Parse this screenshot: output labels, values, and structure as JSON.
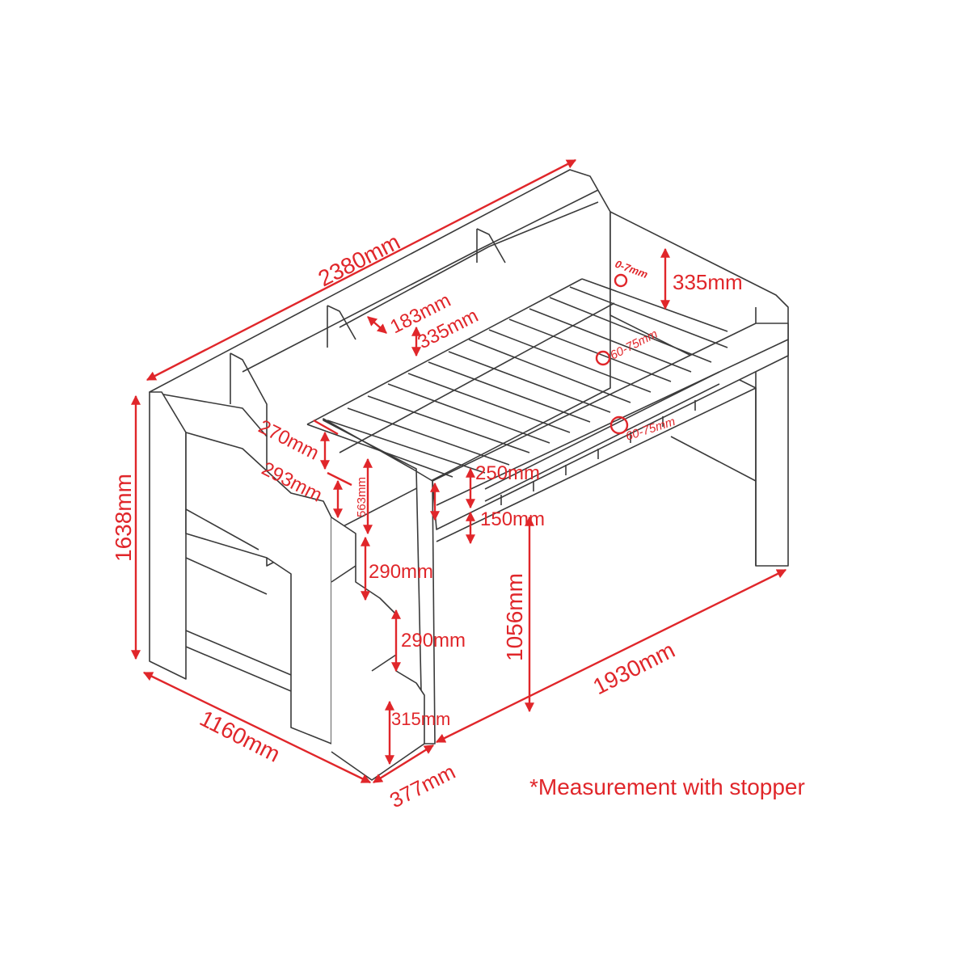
{
  "title": "Bunk bed dimensions diagram",
  "accent_color": "#e0262a",
  "dimensions": {
    "total_length": "2380mm",
    "total_height": "1638mm",
    "total_depth": "1160mm",
    "stair_depth": "377mm",
    "bed_length": "1930mm",
    "under_bed_height": "1056mm",
    "shelf_depth": "183mm",
    "shelf_height": "335mm",
    "guard_height": "335mm",
    "slat_gap_top": "0-7mm",
    "slat_gap_mid": "60-75mm",
    "slat_gap_low": "60-75mm",
    "step_width": "270mm",
    "step_depth": "293mm",
    "step_height_top": "563mm",
    "rail_height": "250mm",
    "rail_gap": "150mm",
    "step_rise_1": "290mm",
    "step_rise_2": "290mm",
    "step_rise_bottom": "315mm"
  },
  "footnote": "*Measurement with stopper"
}
